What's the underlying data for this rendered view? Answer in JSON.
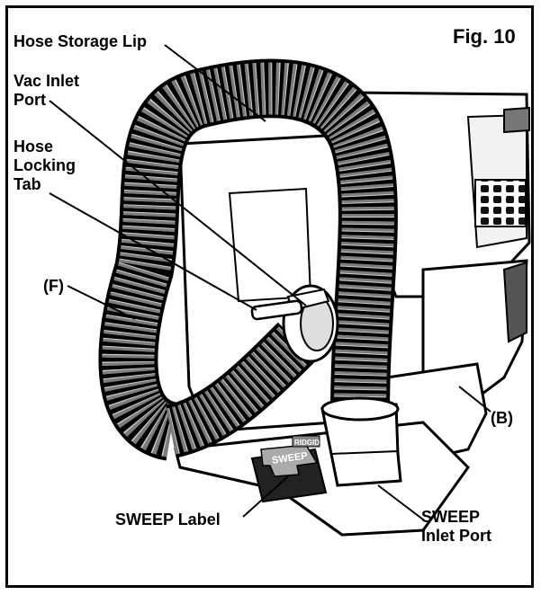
{
  "figure": {
    "title": "Fig. 10"
  },
  "labels": {
    "hose_storage_lip": "Hose Storage Lip",
    "vac_inlet_port": [
      "Vac Inlet",
      "Port"
    ],
    "hose_locking_tab": [
      "Hose",
      "Locking",
      "Tab"
    ],
    "hose_f": "(F)",
    "body_b": "(B)",
    "sweep_label": "SWEEP Label",
    "sweep_inlet_port": [
      "SWEEP",
      "Inlet Port"
    ]
  },
  "decal": {
    "brand": "RIDGID",
    "sweep_text": "SWEEP"
  },
  "colors": {
    "ink": "#000000",
    "paper": "#ffffff",
    "shade": "#bdbdbd",
    "dark_shade": "#7a7a7a"
  }
}
